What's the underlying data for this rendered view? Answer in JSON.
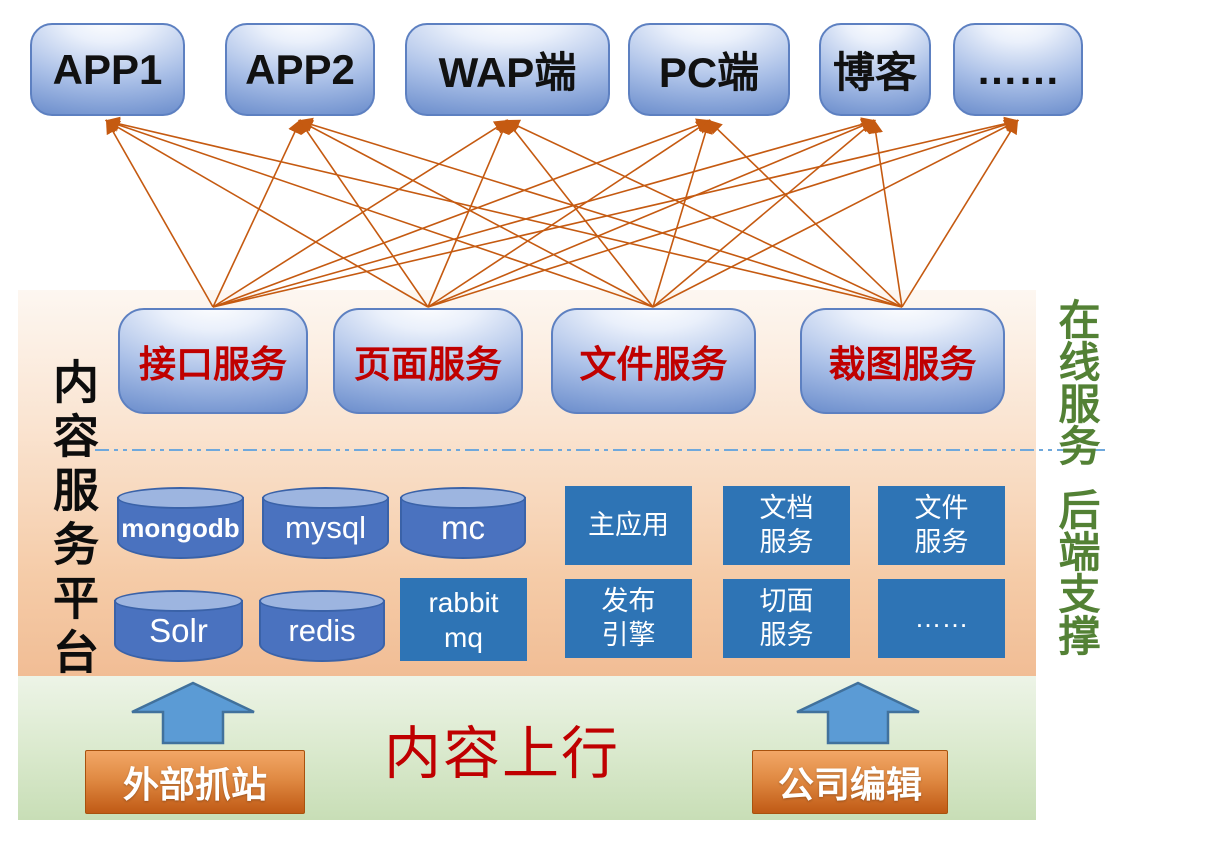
{
  "apps": [
    {
      "label": "APP1"
    },
    {
      "label": "APP2"
    },
    {
      "label": "WAP端"
    },
    {
      "label": "PC端"
    },
    {
      "label": "博客"
    },
    {
      "label": "……"
    }
  ],
  "platform_label": "内容服务平台",
  "online": {
    "side_label": "在线服务",
    "services": [
      {
        "label": "接口服务"
      },
      {
        "label": "页面服务"
      },
      {
        "label": "文件服务"
      },
      {
        "label": "裁图服务"
      }
    ]
  },
  "backend": {
    "side_label": "后端支撑",
    "cylinders": [
      {
        "label": "mongodb"
      },
      {
        "label": "mysql"
      },
      {
        "label": "mc"
      },
      {
        "label": "Solr"
      },
      {
        "label": "redis"
      }
    ],
    "boxes": [
      {
        "label": "rabbit\nmq"
      },
      {
        "label": "主应用"
      },
      {
        "label": "文档\n服务"
      },
      {
        "label": "文件\n服务"
      },
      {
        "label": "发布\n引擎"
      },
      {
        "label": "切面\n服务"
      },
      {
        "label": "……"
      }
    ]
  },
  "bottom": {
    "title": "内容上行",
    "sources": [
      {
        "label": "外部抓站"
      },
      {
        "label": "公司编辑"
      }
    ]
  },
  "colors": {
    "connector": "#C55A11",
    "divider": "#6FA8DC",
    "service_text": "#C00000",
    "uplink_text": "#BF0000",
    "side_label_green": "#538135",
    "cylinder_body": "#4a72bf",
    "flat_rect": "#2e74b5",
    "arrow_fill": "#5B9BD5",
    "arrow_stroke": "#41719C",
    "tag_gradient_top": "#f2a767",
    "tag_gradient_bottom": "#c05a15"
  }
}
